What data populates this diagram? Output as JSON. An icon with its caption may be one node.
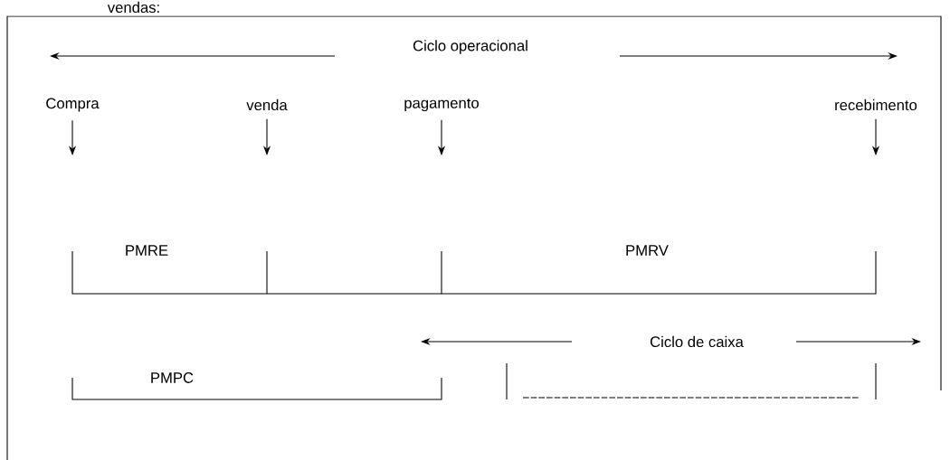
{
  "diagram": {
    "nodes": [
      {
        "text": [
          "Compra"
        ]
      },
      {
        "text": [
          "venda"
        ]
      },
      {
        "text": [
          "pagamento"
        ]
      },
      {
        "text": [
          "recebimento"
        ]
      }
    ],
    "edges": [
      {
        "from": 0,
        "to": null,
        "arrow": "to"
      },
      {
        "from": 1,
        "to": null,
        "arrow": "to"
      },
      {
        "from": 2,
        "to": null,
        "arrow": "to"
      },
      {
        "from": 3,
        "to": null,
        "arrow": "to"
      }
    ],
    "labels": [
      "vendas:",
      "Ciclo operacional",
      "PMRE",
      "PMRV",
      "Ciclo de caixa",
      "PMPC"
    ]
  }
}
